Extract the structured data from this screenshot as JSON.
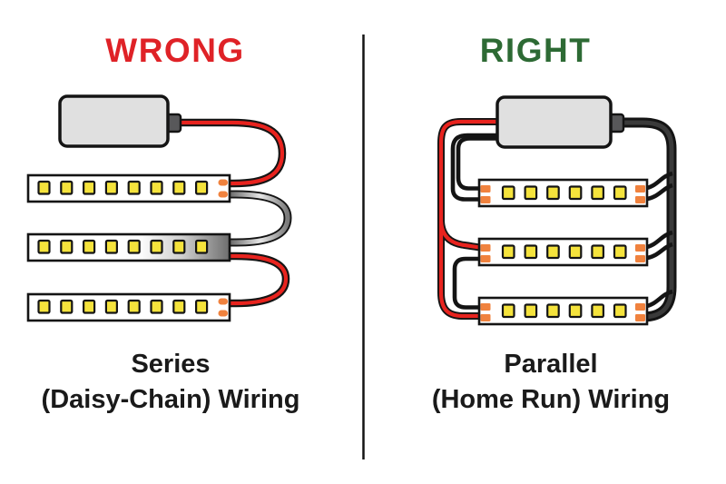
{
  "theme": {
    "heading_wrong": "#DF2227",
    "heading_right": "#2D6A34",
    "caption_text": "#1A1A1A",
    "outline": "#141414",
    "wire_red": "#E8231E",
    "wire_dark": "#3A3A3A",
    "psu_fill": "#E0E0E0",
    "psu_connector": "#58585A",
    "led_yellow": "#F5E33C",
    "pad_orange": "#F0823E",
    "strip_fill": "#FFFFFF"
  },
  "left_panel": {
    "heading": "WRONG",
    "caption_line1": "Series",
    "caption_line2": "(Daisy-Chain) Wiring",
    "strips": [
      {
        "led_count": 8
      },
      {
        "led_count": 8
      },
      {
        "led_count": 8
      }
    ]
  },
  "right_panel": {
    "heading": "RIGHT",
    "caption_line1": "Parallel",
    "caption_line2": "(Home Run) Wiring",
    "strips": [
      {
        "led_count": 6
      },
      {
        "led_count": 6
      },
      {
        "led_count": 6
      }
    ]
  }
}
